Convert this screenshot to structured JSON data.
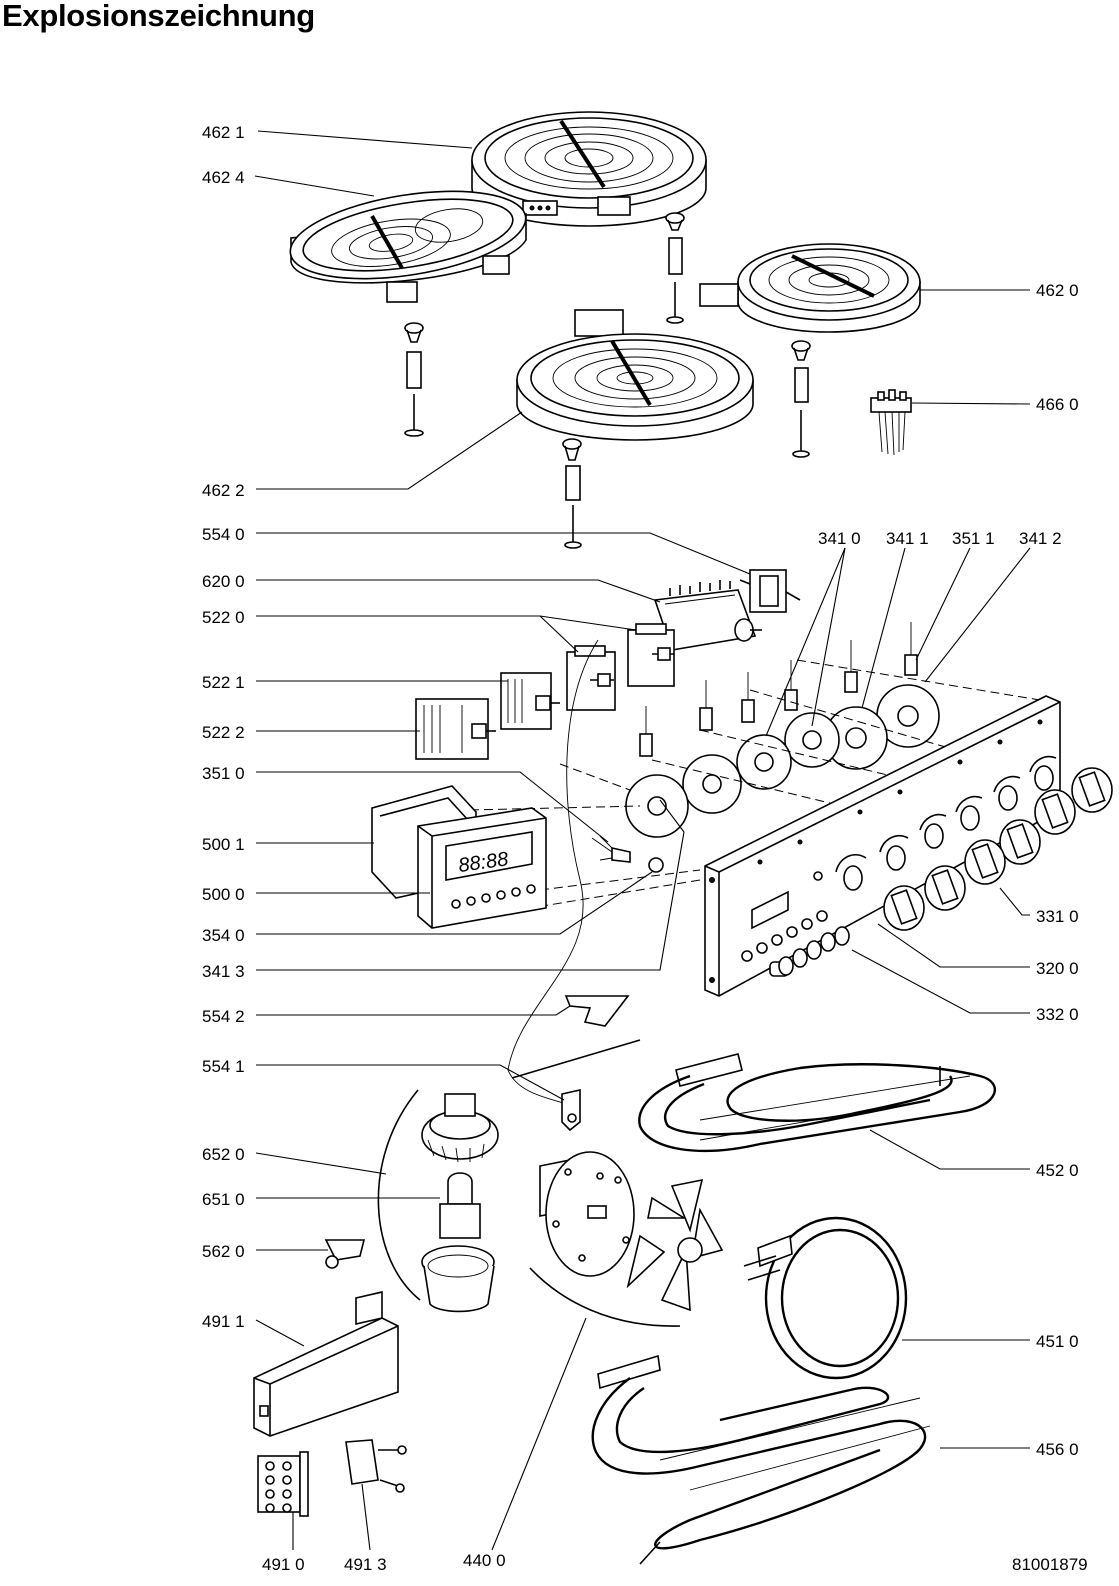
{
  "title": "Explosionszeichnung",
  "drawing_number": "81001879",
  "labels": {
    "l4621": "462 1",
    "l4624": "462 4",
    "l4620": "462 0",
    "l4660": "466 0",
    "l4622": "462 2",
    "l5540": "554 0",
    "l3410": "341 0",
    "l3411": "341 1",
    "l3511": "351 1",
    "l3412": "341 2",
    "l6200": "620 0",
    "l5220": "522 0",
    "l5221": "522 1",
    "l5222": "522 2",
    "l3510": "351 0",
    "l5001": "500 1",
    "l5000": "500 0",
    "l3310": "331 0",
    "l3540": "354 0",
    "l3200": "320 0",
    "l3413": "341 3",
    "l3320": "332 0",
    "l5542": "554 2",
    "l5541": "554 1",
    "l6520": "652 0",
    "l4520": "452 0",
    "l6510": "651 0",
    "l5620": "562 0",
    "l4911": "491 1",
    "l4510": "451 0",
    "l4560": "456 0",
    "l4910": "491 0",
    "l4913": "491 3",
    "l4400": "440 0"
  },
  "display_digits": "88:88"
}
